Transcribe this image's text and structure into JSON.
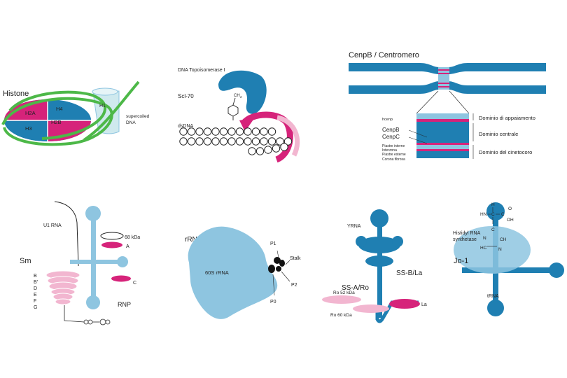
{
  "colors": {
    "blue": "#1f7fb2",
    "light_blue": "#8ec5e0",
    "magenta": "#d6237a",
    "pink": "#f2b6d0",
    "green": "#4db848",
    "teal_light": "#cfe9ee"
  },
  "histone": {
    "title": "Histone",
    "h1": "H1",
    "h2a": "H2A",
    "h4": "H4",
    "h3": "H3",
    "h2b": "H2B",
    "supercoiled_1": "supercoiled",
    "supercoiled_2": "DNA"
  },
  "scl70": {
    "topo": "DNA Topoisomerase I",
    "scl": "Scl-70",
    "ch2": "CH",
    "ch2_sub": "2",
    "dsdna": "dsDNA"
  },
  "cenpb": {
    "title": "CenpB / Centromero",
    "hcenp": "hcenp",
    "cenpb": "CenpB",
    "cenpc": "CenpC",
    "inner": "Piastre interne",
    "interzona": "Interzona",
    "outer": "Piastre esterne",
    "corona": "Corona fibrosa",
    "dom1": "Dominio di appaiamento",
    "dom2": "Dominio centrale",
    "dom3": "Dominio del cinetocoro"
  },
  "sm": {
    "u1rna": "U1 RNA",
    "kda": "68 kDa",
    "a": "A",
    "c": "C",
    "sm": "Sm",
    "rnp": "RNP",
    "letters": [
      "B",
      "B'",
      "D",
      "E",
      "F",
      "G"
    ]
  },
  "rrnp": {
    "title": "rRNP",
    "p1": "P1",
    "stalk": "Stalk",
    "rrna": "60S rRNA",
    "p2": "P2",
    "p0": "P0"
  },
  "ssa": {
    "yrna": "YRNA",
    "ssb": "SS-B/La",
    "ssa": "SS-A/Ro",
    "ro52": "Ro 52 kDa",
    "ro60": "Ro 60 kDa",
    "la": "La"
  },
  "jo1": {
    "h_top": "H",
    "hn": "HN",
    "c1": "C",
    "c2": "C",
    "o": "O",
    "oh": "OH",
    "enzyme_1": "Histidyl RNA",
    "enzyme_2": "synthetase",
    "n": "N",
    "hc": "HC",
    "ring_c": "C",
    "ring_ch": "CH",
    "ring_n": "N",
    "jo1": "Jo-1",
    "trna": "tRNA"
  }
}
